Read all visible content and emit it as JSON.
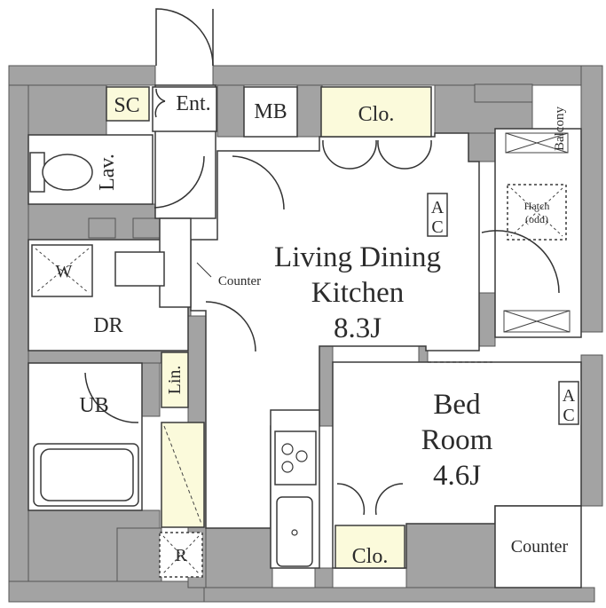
{
  "rooms": {
    "ldk": {
      "line1": "Living Dining",
      "line2": "Kitchen",
      "size": "8.3J"
    },
    "bedroom": {
      "line1": "Bed",
      "line2": "Room",
      "size": "4.6J"
    },
    "dr": "DR",
    "ub": "UB",
    "lav": "Lav.",
    "w": "W",
    "mb": "MB",
    "sc": "SC",
    "ent": "Ent.",
    "clo_top": "Clo.",
    "clo_bottom": "Clo.",
    "lin": "Lin.",
    "r": "R",
    "balcony": "Balcony",
    "hatch_line1": "Hatch",
    "hatch_line2": "(odd)",
    "counter_ldk": "Counter",
    "counter_bed": "Counter",
    "ac_ldk_line1": "A",
    "ac_ldk_line2": "C",
    "ac_bed_line1": "A",
    "ac_bed_line2": "C"
  },
  "colors": {
    "wall": "#a3a3a3",
    "floor": "#ffffff",
    "storage_fill": "#fbfadb",
    "line": "#3a3a3a"
  }
}
